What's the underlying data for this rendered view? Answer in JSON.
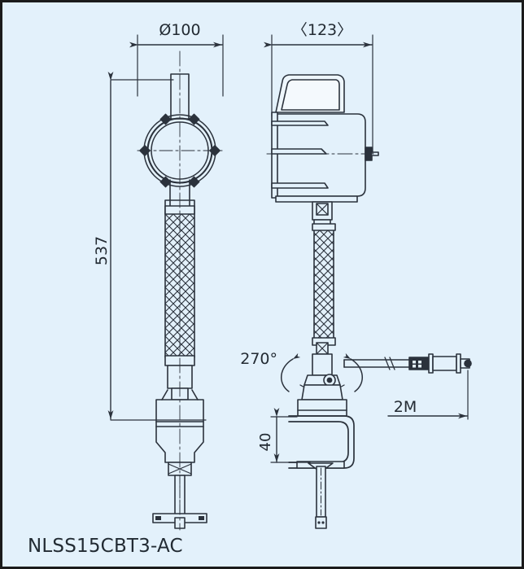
{
  "figure": {
    "caption": "NLSS15CBT3-AC",
    "background_color": "#e3f1fb",
    "border_color": "#1b1b1b",
    "line_color": "#2b323c",
    "type": "engineering-drawing",
    "description": "Two orthographic views of a level switch / paddle sensor assembly"
  },
  "dimensions": {
    "diameter_flange": "Ø100",
    "width_side": "〈123〉",
    "overall_height": "537",
    "bracket_height": "40",
    "cable_length": "2M",
    "rotation": "270°"
  },
  "views": {
    "front": {
      "name": "front-view",
      "label": "front elevation with circular flange head"
    },
    "side": {
      "name": "side-view",
      "label": "side elevation with housing and cable"
    }
  },
  "parts": {
    "flange_head": "circular-flange-head",
    "housing": "enclosure-housing",
    "hood": "terminal-hood-cover",
    "flexible_conduit": "braided-flexible-conduit",
    "probe_body": "probe-body",
    "probe_stem": "probe-stem",
    "paddle": "paddle-blade",
    "swivel_joint": "swivel-joint-270",
    "mounting_bracket": "mounting-bracket",
    "cable": "power-cable",
    "connector": "cable-connector-plug"
  }
}
